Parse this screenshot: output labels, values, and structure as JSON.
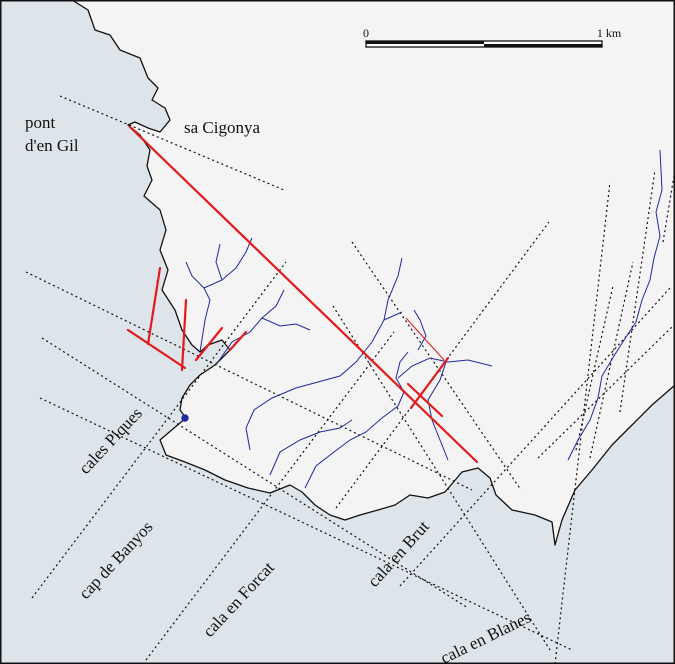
{
  "map": {
    "scale_bar": {
      "start_label": "0",
      "end_label": "1 km"
    },
    "places": [
      {
        "id": "pont",
        "text": "pont"
      },
      {
        "id": "den-gil",
        "text": "d'en Gil"
      },
      {
        "id": "sa-cigonya",
        "text": "sa Cigonya"
      },
      {
        "id": "cales-piques",
        "text": "cales Piques"
      },
      {
        "id": "cap-de-banyos",
        "text": "cap de Banyos"
      },
      {
        "id": "cala-en-forcat",
        "text": "cala en Forcat"
      },
      {
        "id": "cala-en-brut",
        "text": "cala en Brut"
      },
      {
        "id": "cala-en-blanes",
        "text": "cala en Blanes"
      }
    ],
    "colors": {
      "sea": "#dde4ea",
      "land": "#f4f4f4",
      "coast": "#111111",
      "fault": "#e31a1c",
      "stream": "#1f2a9c",
      "lineament": "#111111"
    }
  }
}
